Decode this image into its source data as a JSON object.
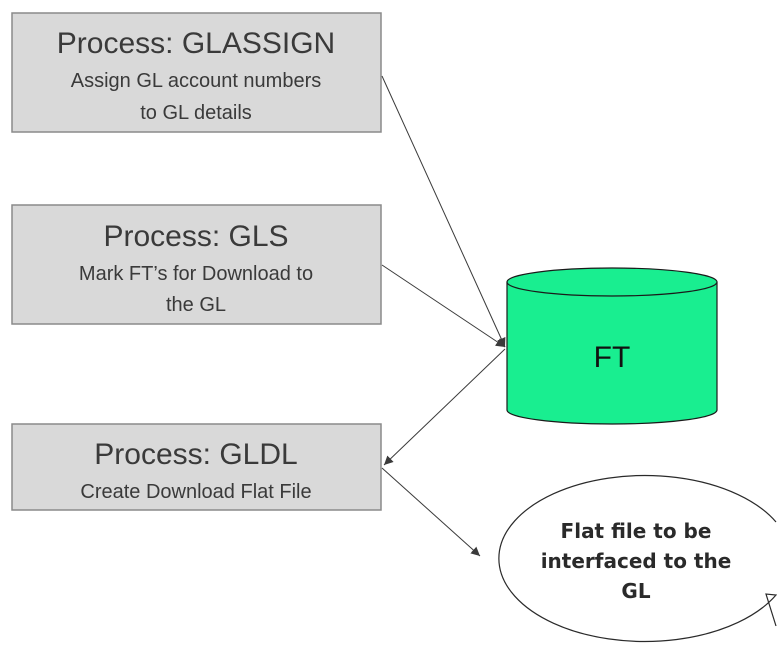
{
  "processes": [
    {
      "id": "glassign",
      "title": "Process: GLASSIGN",
      "desc_line1": "Assign GL account numbers",
      "desc_line2": "to GL details"
    },
    {
      "id": "gls",
      "title": "Process: GLS",
      "desc_line1": "Mark FT’s for Download to",
      "desc_line2": "the GL"
    },
    {
      "id": "gldl",
      "title": "Process: GLDL",
      "desc_line1": "Create Download Flat File",
      "desc_line2": ""
    }
  ],
  "database": {
    "label": "FT"
  },
  "callout": {
    "line1": "Flat file to be",
    "line2": "interfaced to the",
    "line3": "GL"
  },
  "colors": {
    "process_fill": "#d9d9d9",
    "process_border": "#8a8a8a",
    "database_fill": "#19ee90",
    "database_border": "#1a1a1a",
    "callout_fill": "#ffffff",
    "arrow": "#3a3a3a"
  }
}
